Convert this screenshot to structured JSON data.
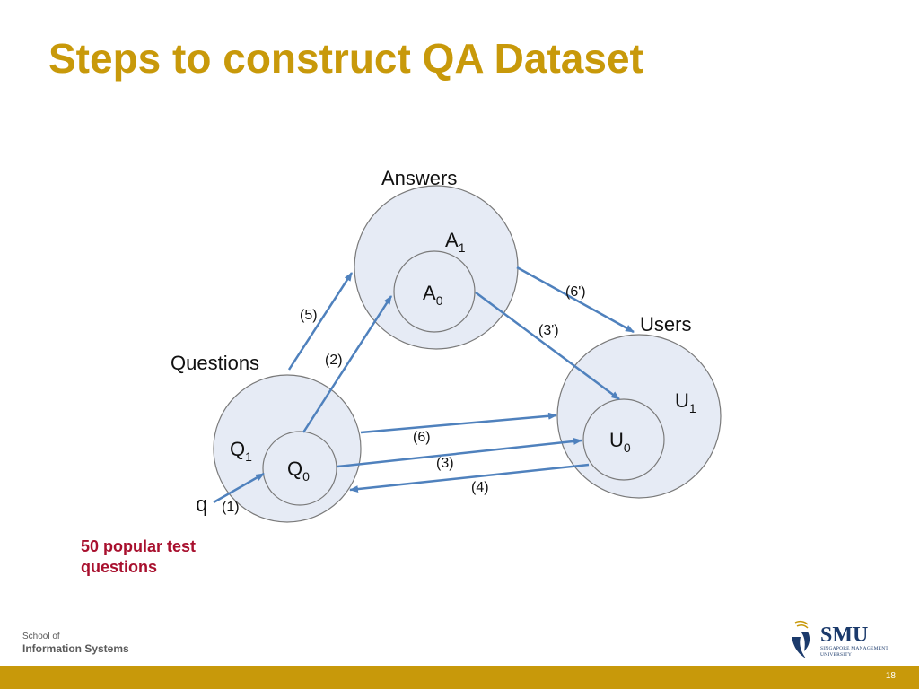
{
  "slide": {
    "title": "Steps to construct QA Dataset",
    "note_line1": "50 popular test",
    "note_line2": "questions",
    "page_number": "18"
  },
  "diagram": {
    "circles": {
      "answers": {
        "label": "Answers",
        "outer": "A",
        "outer_sub": "1",
        "inner": "A",
        "inner_sub": "0"
      },
      "questions": {
        "label": "Questions",
        "outer": "Q",
        "outer_sub": "1",
        "inner": "Q",
        "inner_sub": "0"
      },
      "users": {
        "label": "Users",
        "outer": "U",
        "outer_sub": "1",
        "inner": "U",
        "inner_sub": "0"
      }
    },
    "query": "q",
    "steps": {
      "s1": "(1)",
      "s2": "(2)",
      "s3": "(3)",
      "s3p": "(3')",
      "s4": "(4)",
      "s5": "(5)",
      "s6": "(6)",
      "s6p": "(6')"
    },
    "colors": {
      "circle_fill": "#E6EBF5",
      "arrow": "#4F81BD"
    }
  },
  "footer": {
    "school_line1": "School of",
    "school_line2": "Information Systems",
    "logo_name": "SMU",
    "logo_sub1": "SINGAPORE MANAGEMENT",
    "logo_sub2": "UNIVERSITY",
    "logo_icon": "smu-crest-icon",
    "bar_color": "#C8990A"
  }
}
